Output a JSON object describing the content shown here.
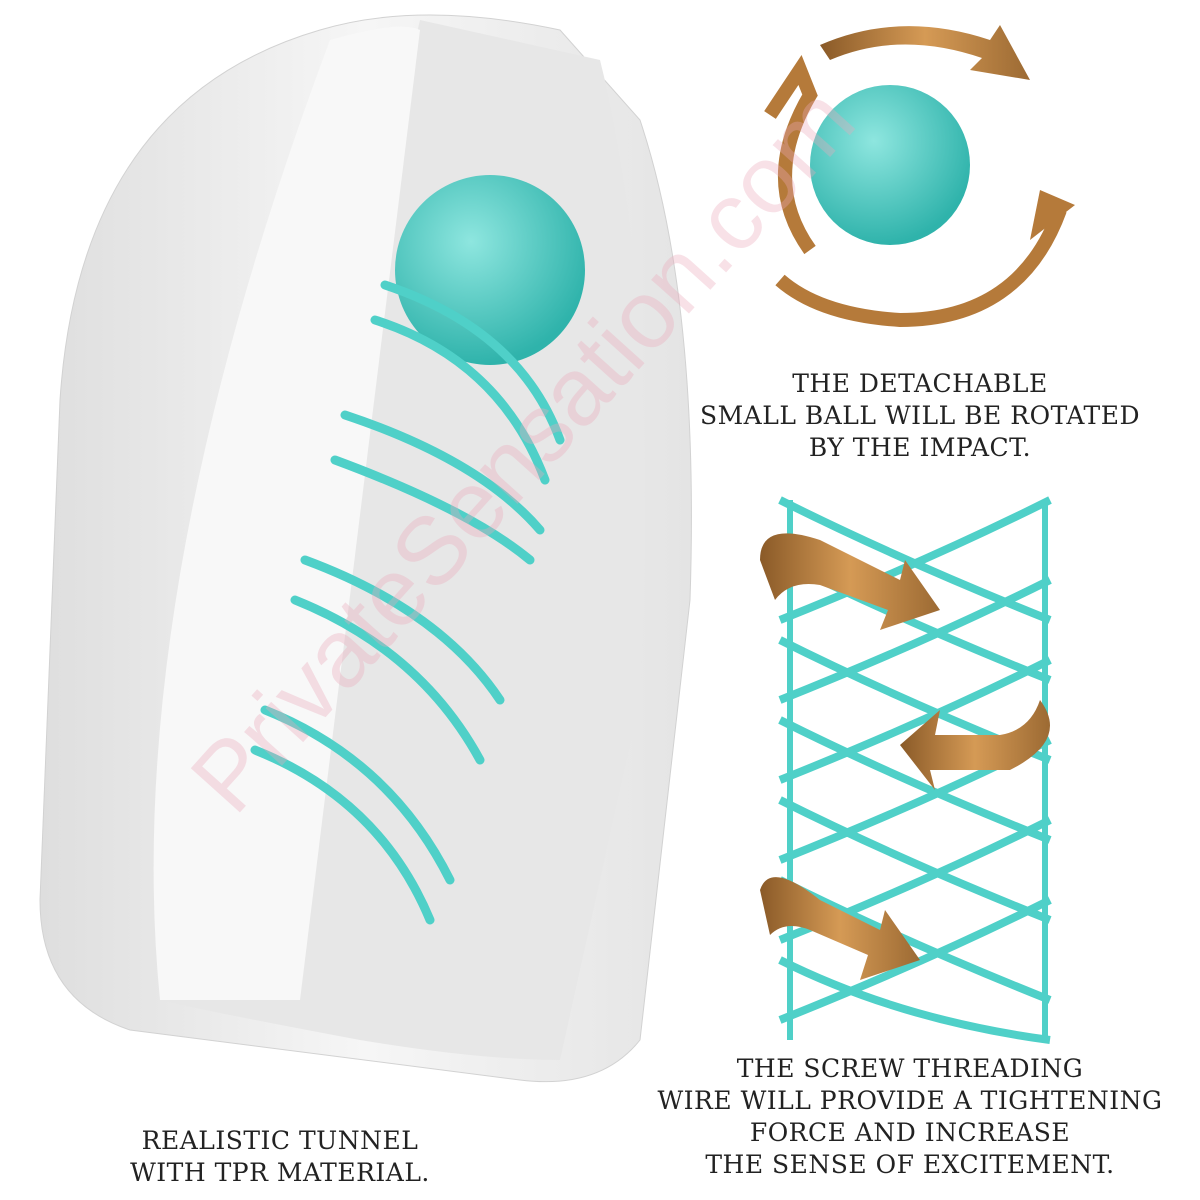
{
  "captions": {
    "ball": [
      "THE DETACHABLE",
      "SMALL BALL WILL BE ROTATED",
      "BY THE IMPACT."
    ],
    "wire": [
      "THE SCREW THREADING",
      "WIRE WILL PROVIDE A TIGHTENING",
      "FORCE AND INCREASE",
      "THE SENSE OF EXCITEMENT."
    ],
    "tunnel": [
      "REALISTIC TUNNEL",
      "WITH TPR MATERIAL."
    ]
  },
  "watermark": "PrivateSensation.com",
  "colors": {
    "teal": "#4fd0c8",
    "bronze": "#b57a3a",
    "sleeve": "#ececec"
  }
}
